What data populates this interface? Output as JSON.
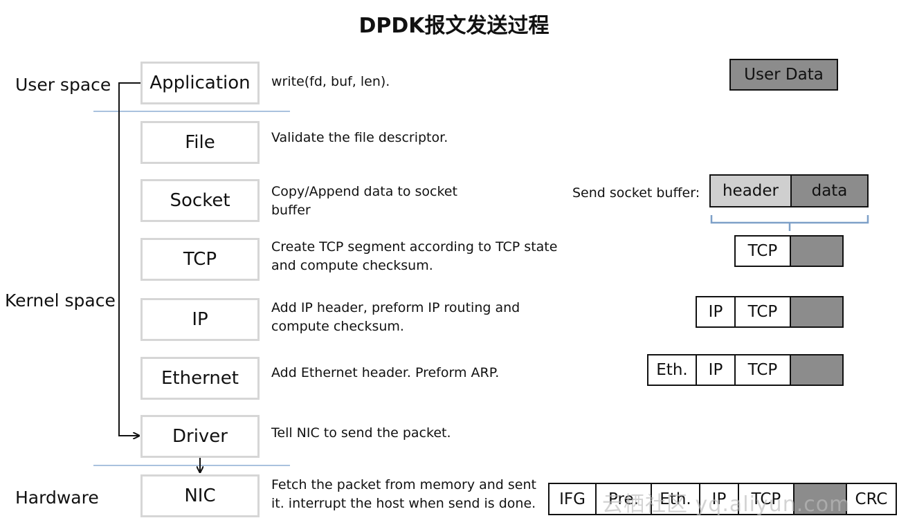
{
  "title": "DPDK报文发送过程",
  "spaces": {
    "user": "User space",
    "kernel": "Kernel space",
    "hardware": "Hardware"
  },
  "layers": [
    {
      "label": "Application",
      "desc": [
        "write(fd, buf, len)."
      ]
    },
    {
      "label": "File",
      "desc": [
        "Validate the file descriptor."
      ]
    },
    {
      "label": "Socket",
      "desc": [
        "Copy/Append data to socket",
        "buffer"
      ]
    },
    {
      "label": "TCP",
      "desc": [
        "Create TCP segment according to TCP state",
        "and compute checksum."
      ]
    },
    {
      "label": "IP",
      "desc": [
        "Add IP header, preform IP routing and",
        "compute checksum."
      ]
    },
    {
      "label": "Ethernet",
      "desc": [
        "Add Ethernet header. Preform ARP."
      ]
    },
    {
      "label": "Driver",
      "desc": [
        "Tell NIC to send the packet."
      ]
    },
    {
      "label": "NIC",
      "desc": [
        "Fetch the packet from memory and sent",
        "it. interrupt the host when send is done."
      ]
    }
  ],
  "packets": {
    "user_data": "User Data",
    "socket_buffer_label": "Send socket buffer:",
    "socket_buffer": [
      "header",
      "data"
    ],
    "tcp_segment": [
      "TCP",
      ""
    ],
    "ip_packet": [
      "IP",
      "TCP",
      ""
    ],
    "eth_frame": [
      "Eth.",
      "IP",
      "TCP",
      ""
    ],
    "wire_frame": [
      "IFG",
      "Pre.",
      "Eth.",
      "IP",
      "TCP",
      "",
      "CRC"
    ]
  },
  "watermark": "云栖社区 yq.aliyun.com",
  "colors": {
    "separator": "#a9c2de",
    "layer_border": "#d6d6d6",
    "payload_fill": "#8c8c8c",
    "header_fill": "#cfcfcf"
  }
}
